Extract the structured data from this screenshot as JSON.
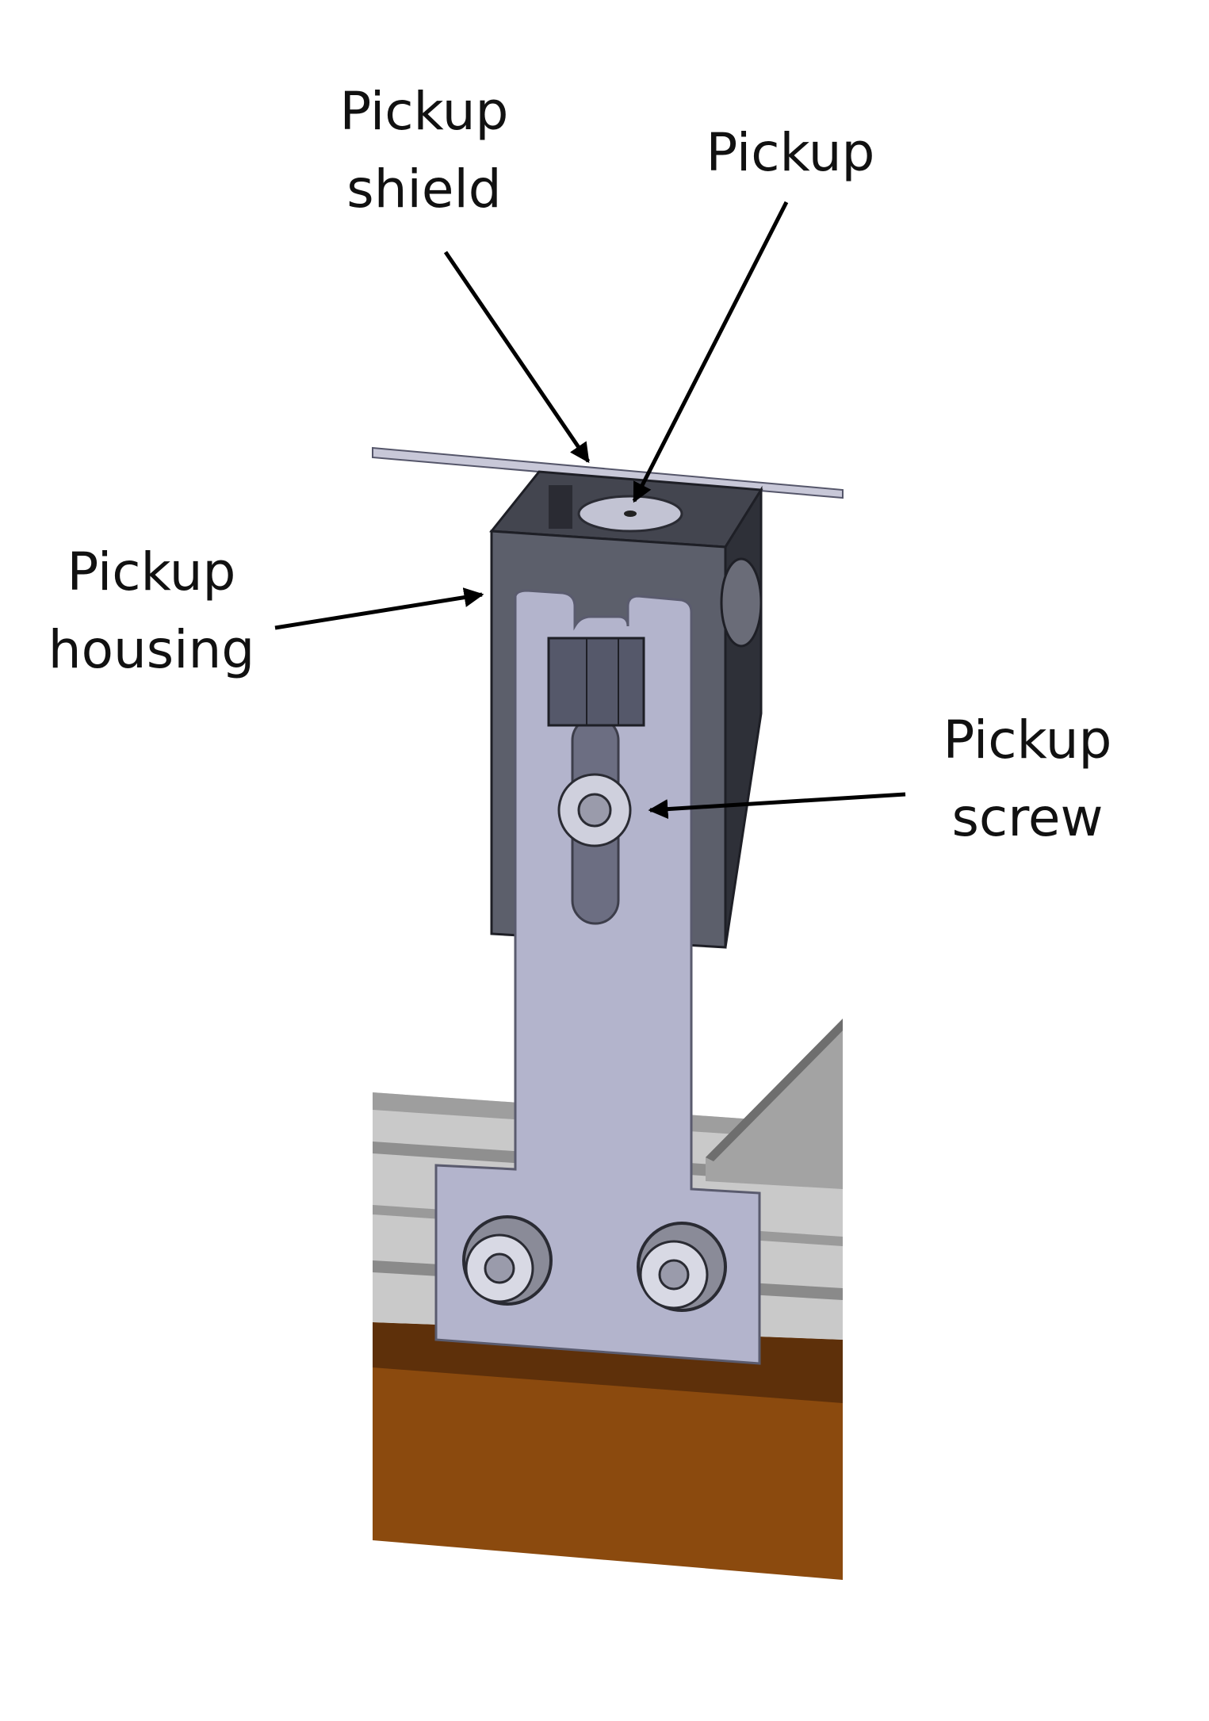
{
  "figure": {
    "title": "Pickup assembly callout diagram",
    "labels": {
      "pickup_shield": [
        "Pickup",
        "shield"
      ],
      "pickup": [
        "Pickup"
      ],
      "pickup_housing": [
        "Pickup",
        "housing"
      ],
      "pickup_screw": [
        "Pickup",
        "screw"
      ]
    },
    "colors": {
      "background": "#ffffff",
      "bracket_plate": "#b3b4cc",
      "bracket_edge": "#5a5b6e",
      "housing": "#5c5f6b",
      "housing_dark": "#2e3038",
      "rail_light": "#c9c9c9",
      "rail_mid": "#a9a9a9",
      "base_wood": "#8b4a0e",
      "base_wood_dark": "#5e300a",
      "arrow": "#000000"
    }
  }
}
